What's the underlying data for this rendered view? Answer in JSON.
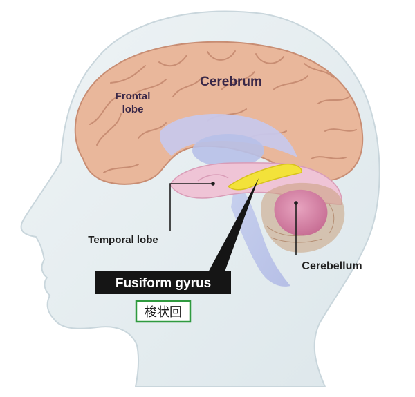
{
  "labels": {
    "cerebrum": "Cerebrum",
    "frontal_lobe_line1": "Frontal",
    "frontal_lobe_line2": "lobe",
    "temporal_lobe": "Temporal lobe",
    "cerebellum": "Cerebellum",
    "fusiform_gyrus": "Fusiform gyrus",
    "fusiform_gyrus_japanese": "梭状回"
  },
  "colors": {
    "head": "#e6eef1",
    "cerebrum": "#e9b79b",
    "limbic": "#c8c7ea",
    "temporal": "#efc4d6",
    "fusiform_highlight": "#f3e23a",
    "cerebellum": "#d98aaa",
    "callout_box": "#151515",
    "japanese_box_border": "#2f9a3f"
  }
}
